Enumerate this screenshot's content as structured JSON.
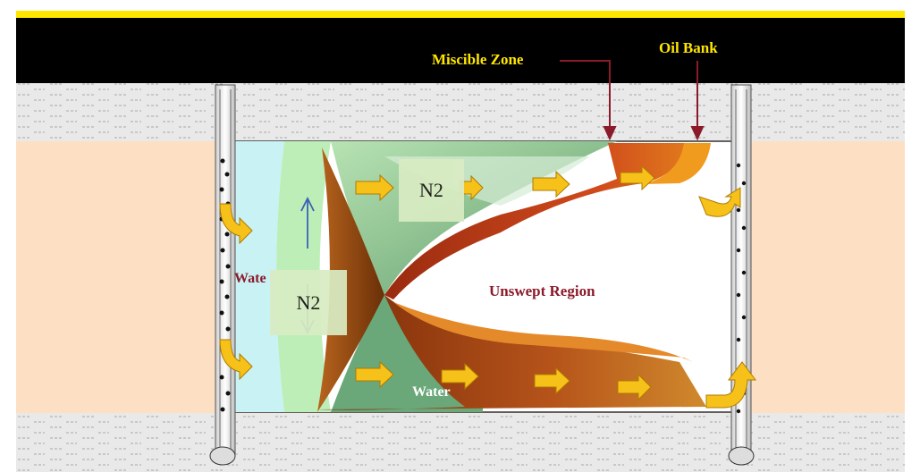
{
  "labels": {
    "miscible_zone": "Miscible Zone",
    "oil_bank": "Oil Bank",
    "unswept_region": "Unswept Region",
    "water_left": "Wate",
    "water_bottom": "Water",
    "n2_upper": "N2",
    "n2_left": "N2"
  },
  "colors": {
    "top_band": "#000000",
    "top_edge": "#ffe600",
    "shale": "#e6e6e6",
    "reservoir": "#fde0c4",
    "water": "#c8f2f4",
    "n2_front": "#b9ebb5",
    "gas_zone": "#a3d7a3",
    "miscible": "#c0401a",
    "oil_bank": "#ee8a1b",
    "arrow": "#f6c21a"
  }
}
